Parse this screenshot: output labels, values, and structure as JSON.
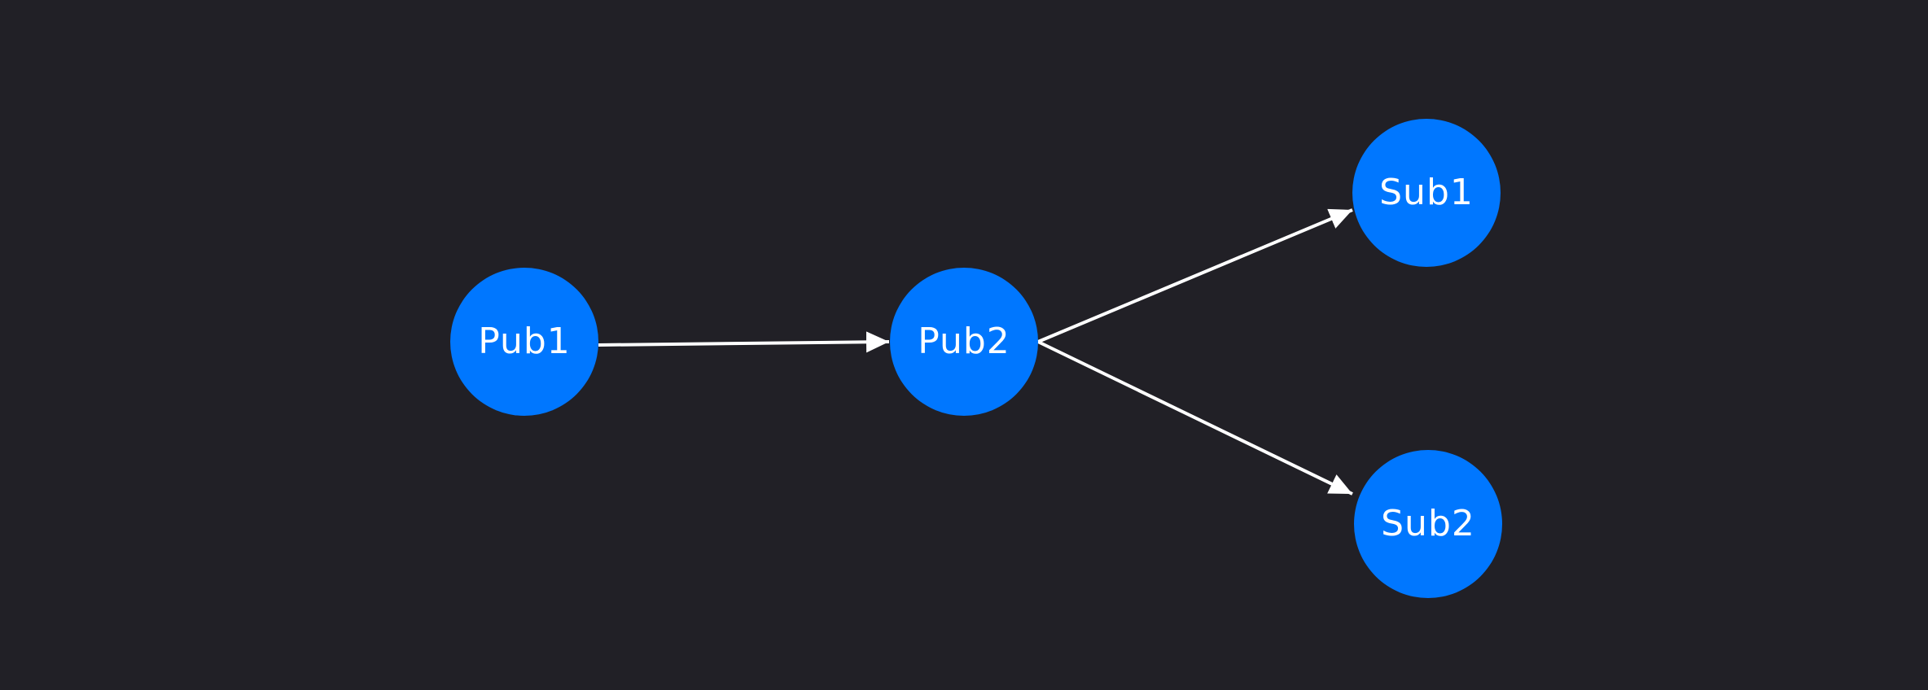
{
  "diagram": {
    "background": "#212026",
    "node_color": "#0077ff",
    "edge_color": "#ffffff",
    "nodes": [
      {
        "id": "pub1",
        "label": "Pub1"
      },
      {
        "id": "pub2",
        "label": "Pub2"
      },
      {
        "id": "sub1",
        "label": "Sub1"
      },
      {
        "id": "sub2",
        "label": "Sub2"
      }
    ],
    "edges": [
      {
        "from": "pub1",
        "to": "pub2"
      },
      {
        "from": "pub2",
        "to": "sub1"
      },
      {
        "from": "pub2",
        "to": "sub2"
      }
    ]
  }
}
